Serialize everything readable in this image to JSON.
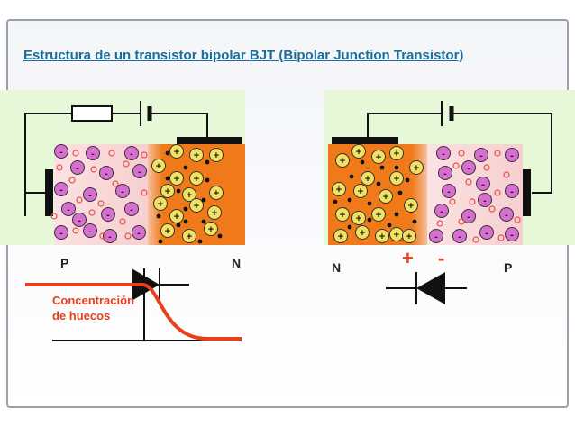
{
  "title": "Estructura de un transistor bipolar BJT (Bipolar Junction Transistor)",
  "left_diagram": {
    "label_left": "P",
    "label_right": "N",
    "concentration_line1": "Concentración",
    "concentration_line2": "de huecos"
  },
  "right_diagram": {
    "label_left": "N",
    "label_right": "P",
    "sign_plus": "+",
    "sign_minus": "-"
  },
  "carrier_symbols": {
    "hole": "-",
    "ion_plus": "+"
  },
  "colors": {
    "title": "#1a6e9a",
    "panel": "#e6f8d8",
    "p_region": "#f8d8d8",
    "n_region": "#f07a1a",
    "minus_ion": "#d86fd0",
    "plus_ion": "#f2e060",
    "hole_ring": "#e85050",
    "curve": "#e8401c"
  }
}
